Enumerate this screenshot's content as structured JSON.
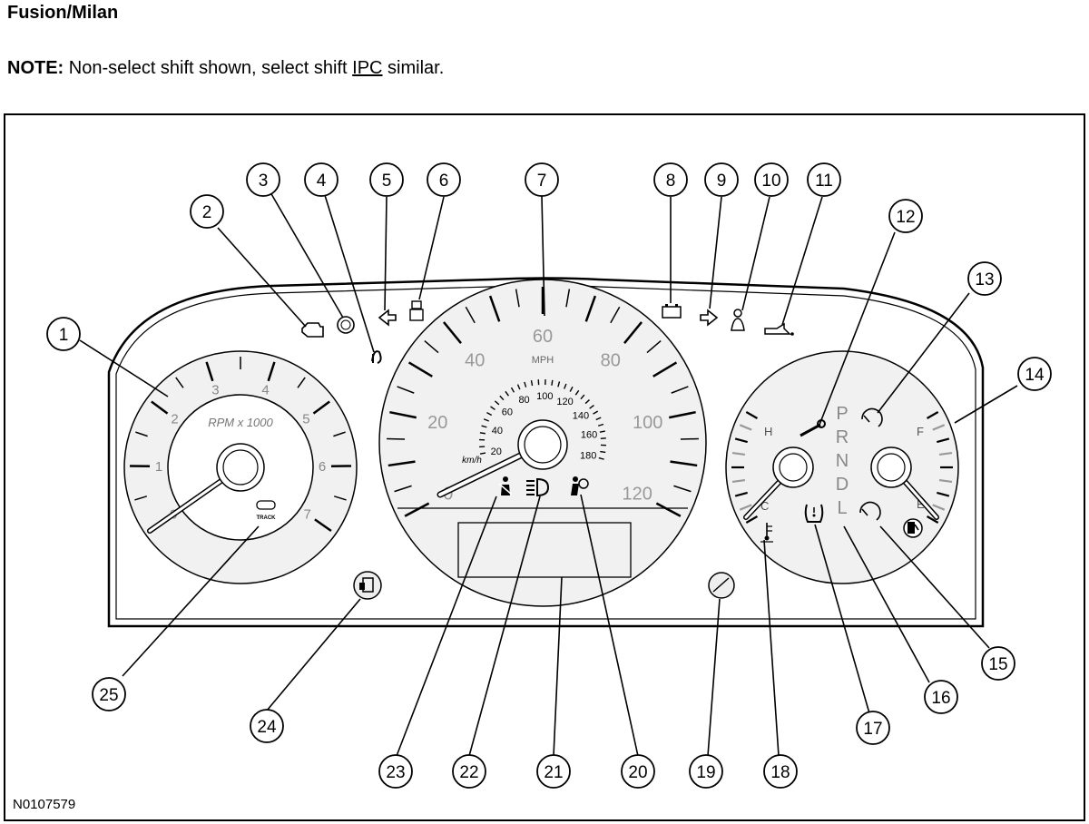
{
  "header": {
    "title": "Fusion/Milan",
    "note_label": "NOTE:",
    "note_text_1": " Non-select shift shown, select shift ",
    "note_link": "IPC",
    "note_text_2": " similar."
  },
  "gauges": {
    "tach_label": "RPM x 1000",
    "tach_ticks": [
      "0",
      "1",
      "2",
      "3",
      "4",
      "5",
      "6",
      "7"
    ],
    "speedo_unit": "MPH",
    "speedo_ticks": [
      "0",
      "20",
      "40",
      "60",
      "80",
      "100",
      "120"
    ],
    "kmh_unit": "km/h",
    "kmh_ticks": [
      "20",
      "40",
      "60",
      "80",
      "100",
      "120",
      "140",
      "160",
      "180"
    ],
    "temp_labels": [
      "H",
      "C"
    ],
    "fuel_labels": [
      "F",
      "E"
    ],
    "prndl": [
      "P",
      "R",
      "N",
      "D",
      "L"
    ],
    "trac_label": "TRACK"
  },
  "callouts": [
    "1",
    "2",
    "3",
    "4",
    "5",
    "6",
    "7",
    "8",
    "9",
    "10",
    "11",
    "12",
    "13",
    "14",
    "15",
    "16",
    "17",
    "18",
    "19",
    "20",
    "21",
    "22",
    "23",
    "24",
    "25"
  ],
  "figure_id": "N0107579",
  "colors": {
    "line": "#000000",
    "gray": "#9a9a9a",
    "face": "#efefef"
  }
}
